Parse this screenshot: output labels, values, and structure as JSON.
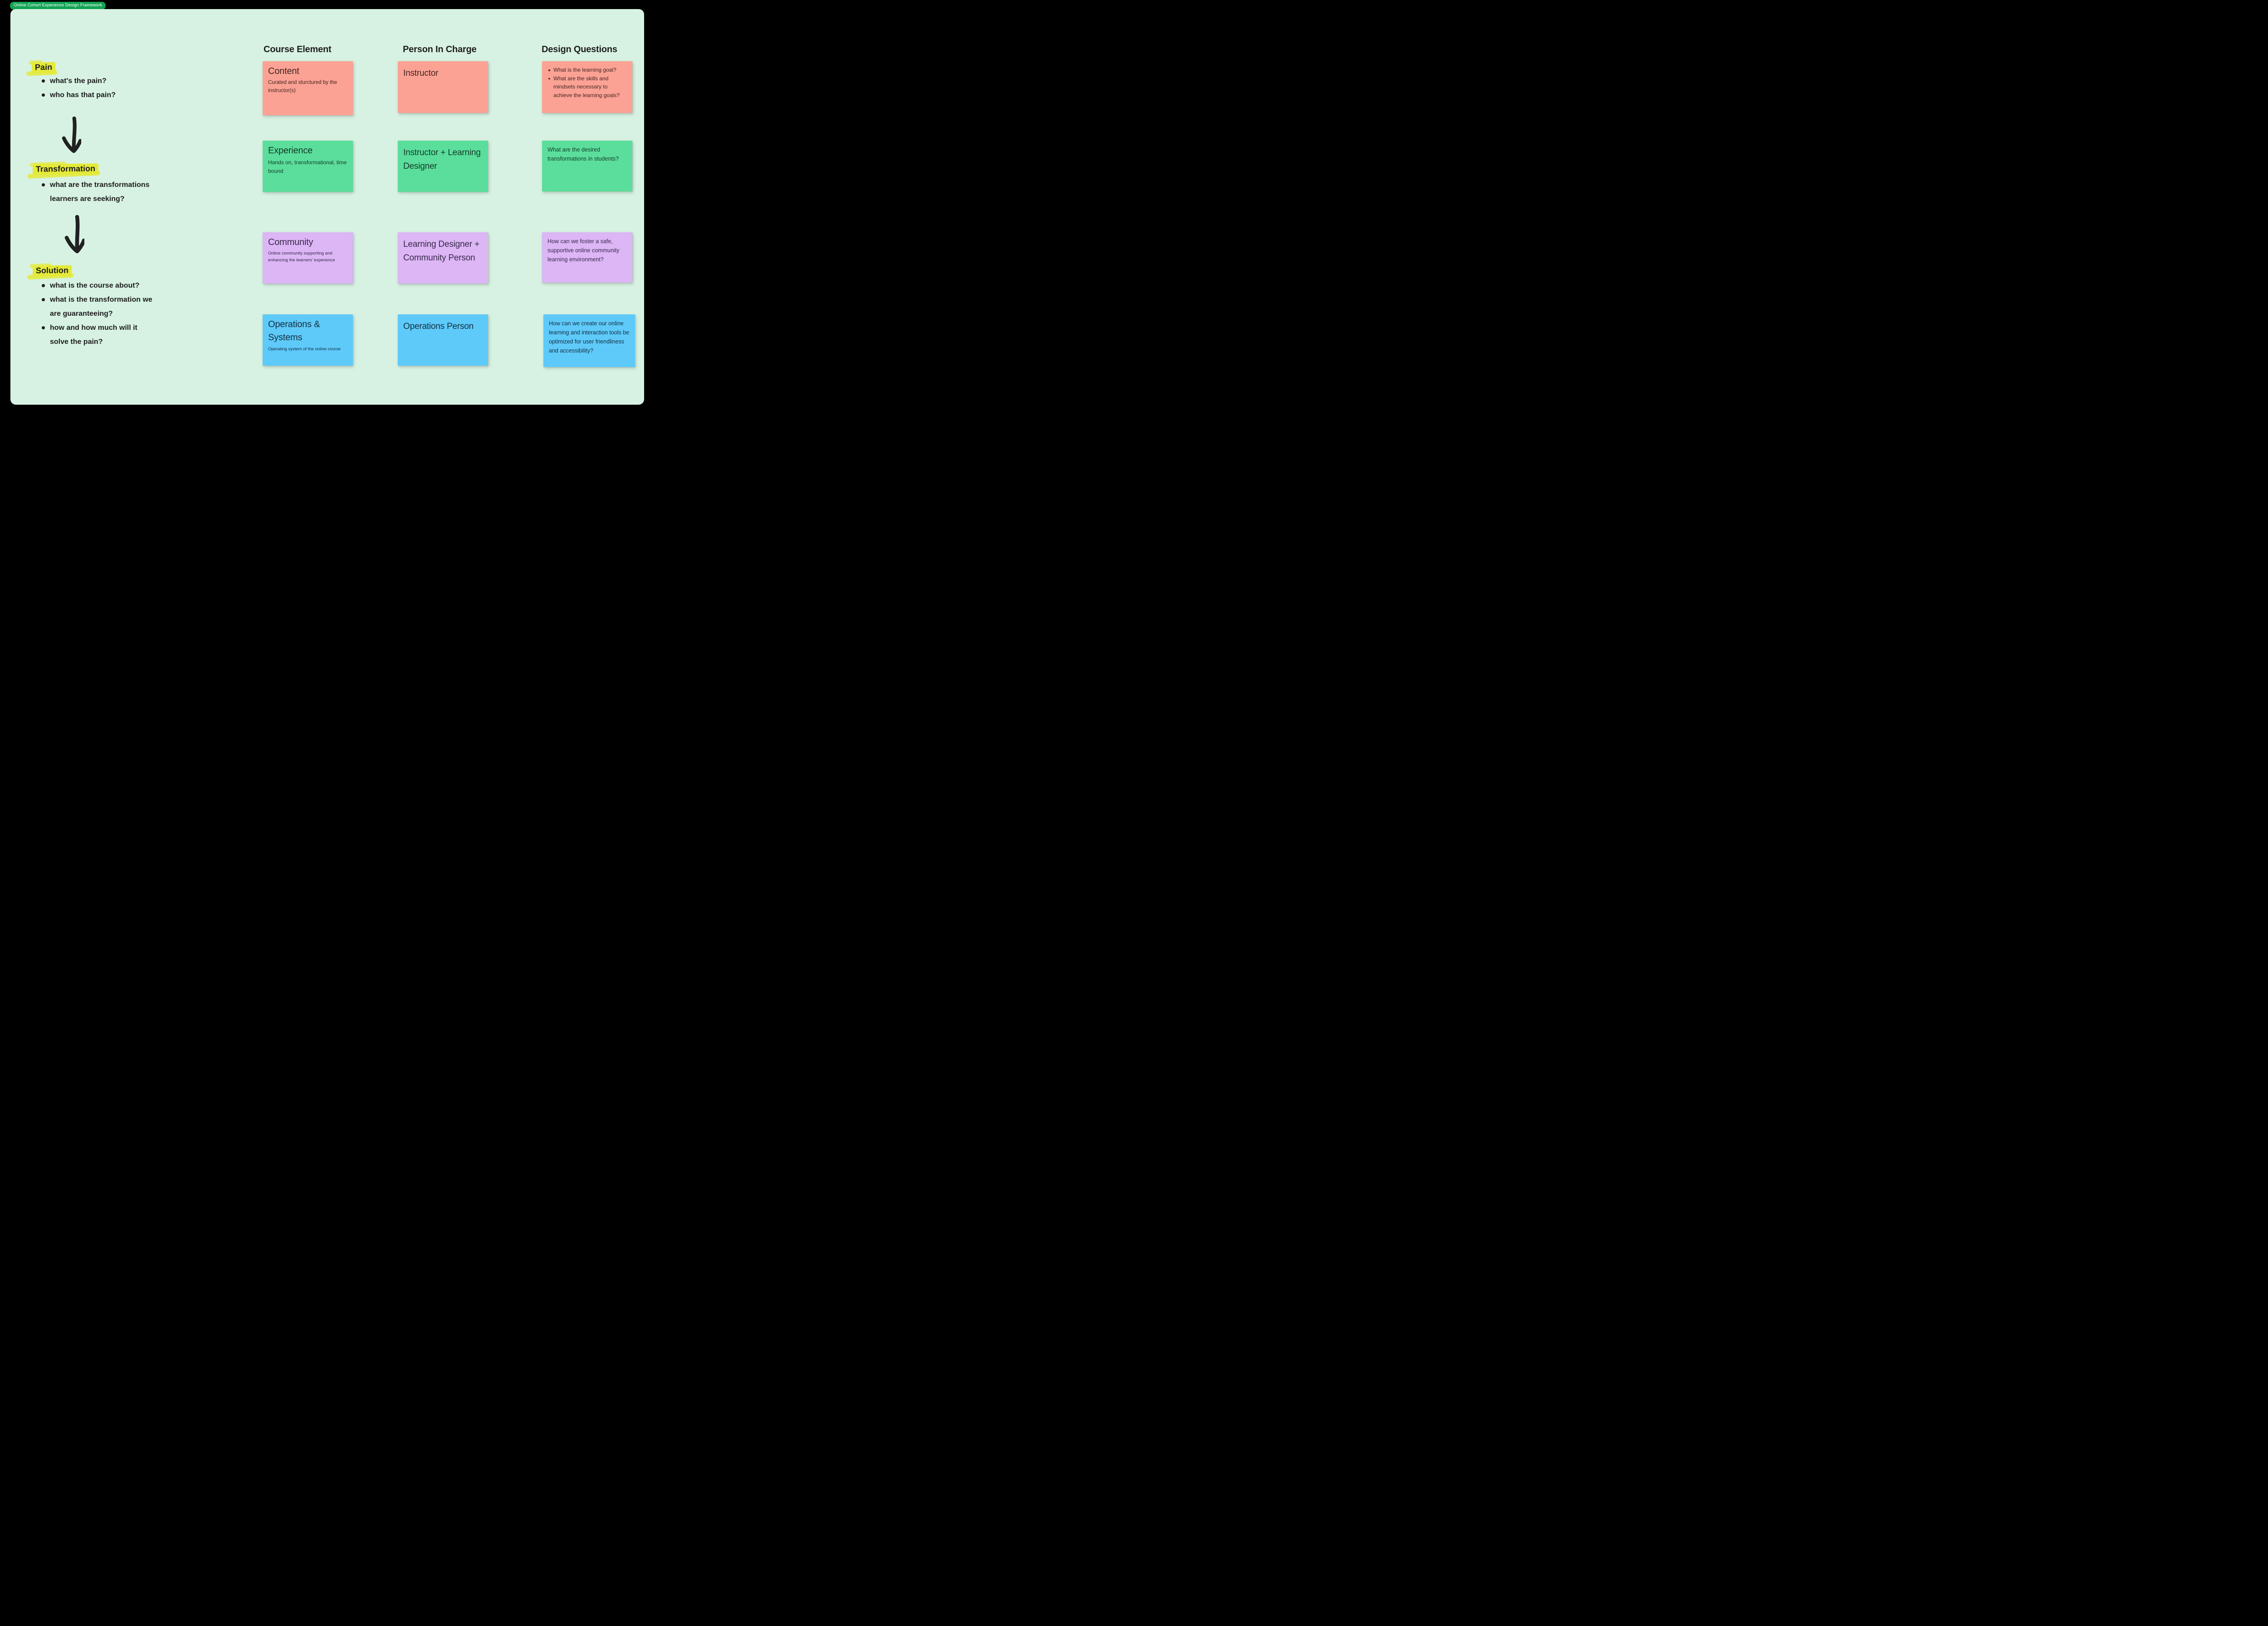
{
  "board": {
    "title_tag": "Online Cohort Experience Design Framework",
    "colors": {
      "background": "#000000",
      "canvas": "#D7F2E2",
      "ink": "#1E1E1E",
      "tag_green": "#13A454",
      "highlighter": "#E4EA39",
      "sticky_salmon": "#FCA295",
      "sticky_green": "#5BDE9B",
      "sticky_purple": "#DCB6F5",
      "sticky_blue": "#5ECAFA"
    }
  },
  "left_panel": {
    "sections": [
      {
        "title": "Pain",
        "bullets": [
          "what's the pain?",
          "who has that pain?"
        ]
      },
      {
        "title": "Transformation",
        "bullets": [
          "what are the transformations learners are seeking?"
        ]
      },
      {
        "title": "Solution",
        "bullets": [
          "what is the course about?",
          "what is the transformation we are guaranteeing?",
          "how and how much will it solve the pain?"
        ]
      }
    ]
  },
  "columns": [
    {
      "header": "Course Element"
    },
    {
      "header": "Person In Charge"
    },
    {
      "header": "Design Questions"
    }
  ],
  "rows": [
    {
      "color": "salmon",
      "course_element": {
        "title": "Content",
        "body": "Curated and sturctured by the instructor(s)"
      },
      "person": "Instructor",
      "design_questions": {
        "bullets": [
          "What is the learning goal?",
          "What are the skills and mindsets necessary to achieve the learning goals?"
        ]
      }
    },
    {
      "color": "green",
      "course_element": {
        "title": "Experience",
        "body": "Hands on, transformational, time bound"
      },
      "person": "Instructor + Learning Designer",
      "design_questions": {
        "text": "What are the desired transformations in students?"
      }
    },
    {
      "color": "purple",
      "course_element": {
        "title": "Community",
        "body": "Online community supporting and enhancing the learners’ experience"
      },
      "person": "Learning Designer + Community Person",
      "design_questions": {
        "text": "How can we foster a safe, supportive online community learning environment?"
      }
    },
    {
      "color": "blue",
      "course_element": {
        "title": "Operations & Systems",
        "body": "Operating system of the online course"
      },
      "person": "Operations Person",
      "design_questions": {
        "text": "How can we create our online learning and interaction tools be optimized for user friendliness and accessibility?"
      }
    }
  ]
}
